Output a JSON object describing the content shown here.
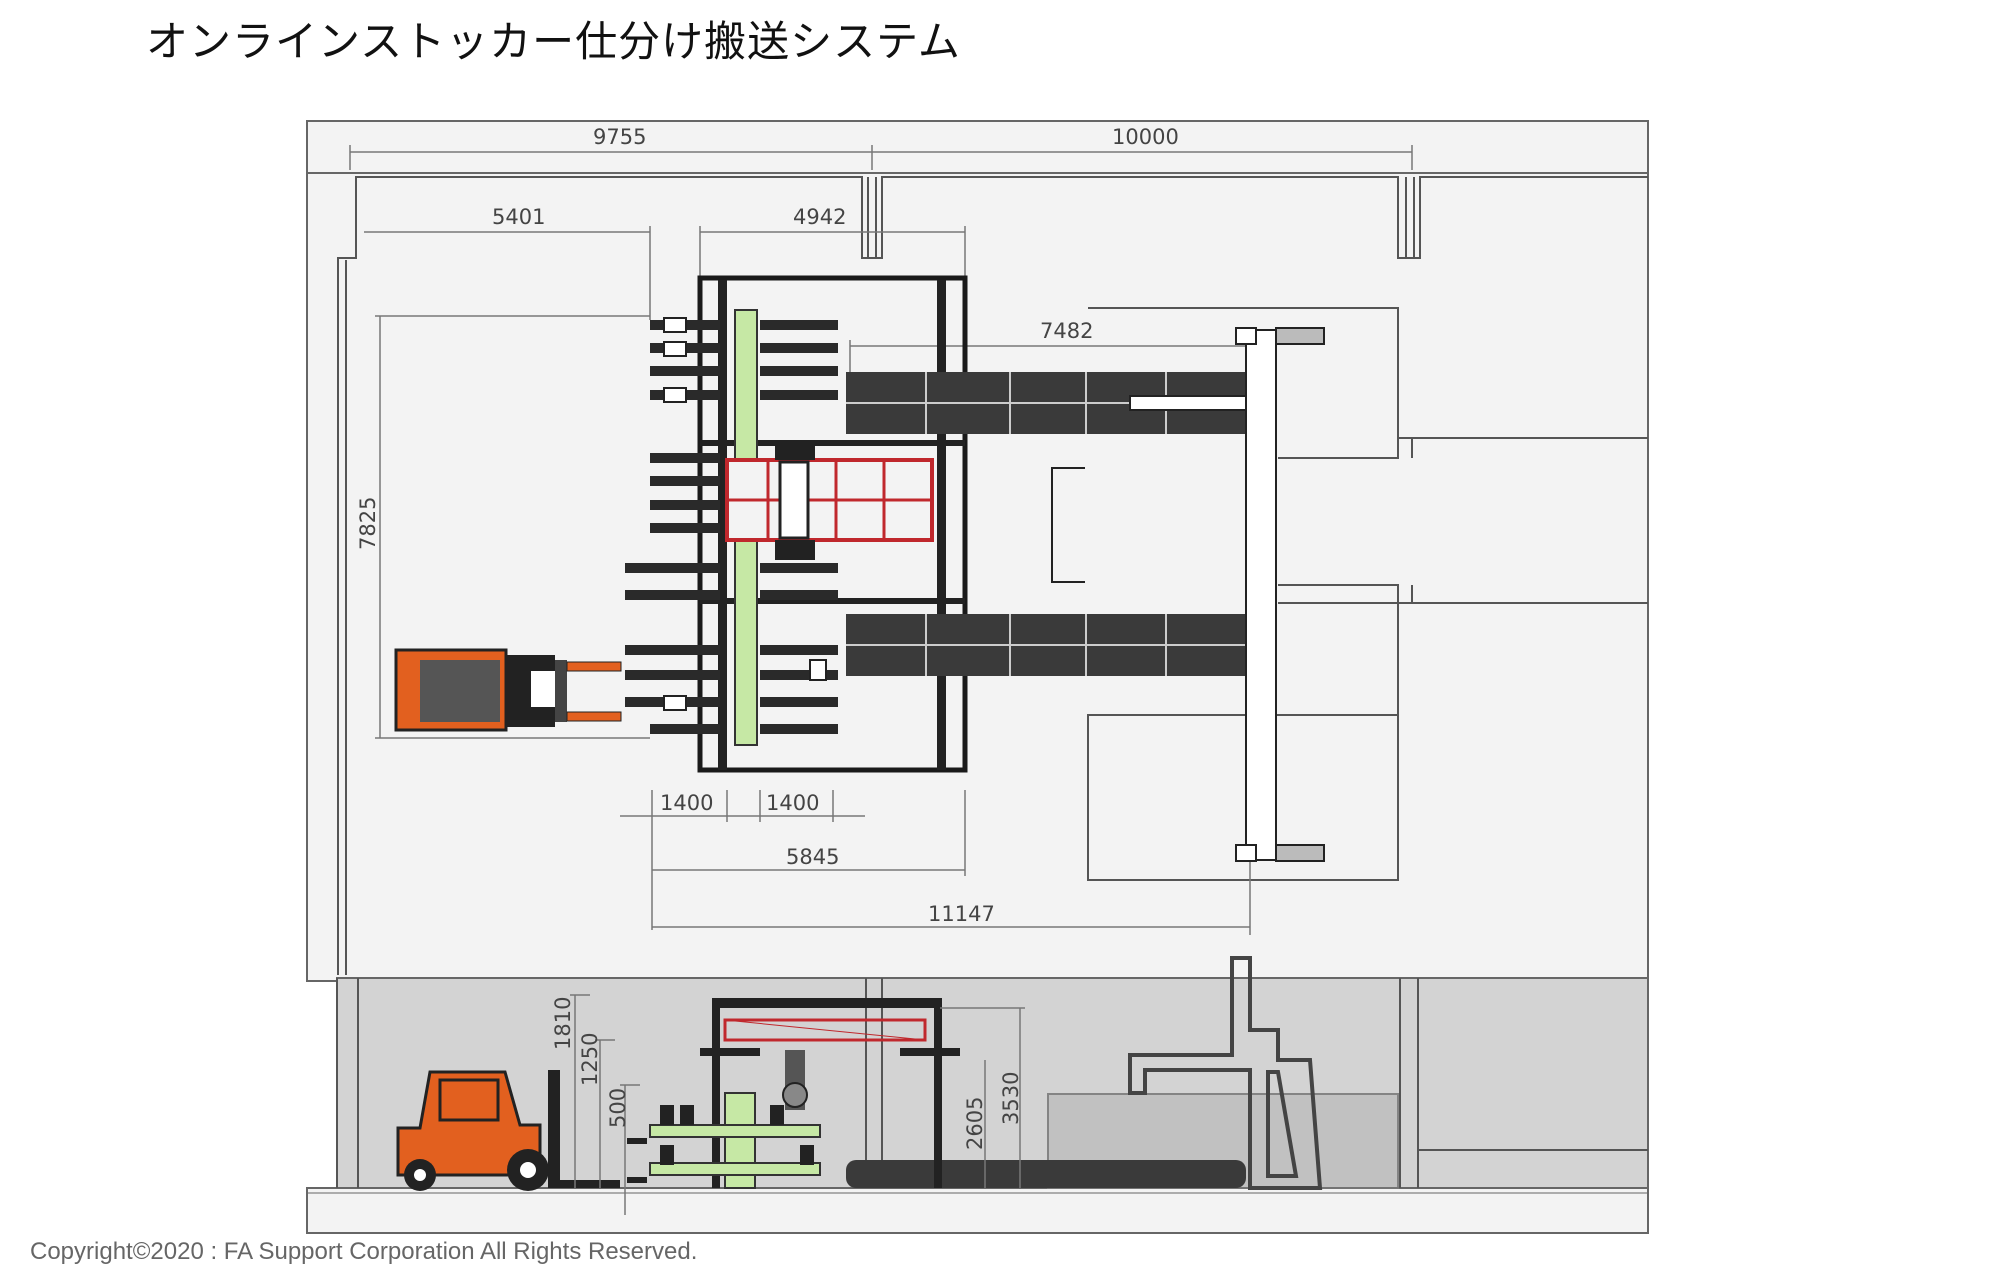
{
  "title": "オンラインストッカー仕分け搬送システム",
  "copyright": "Copyright©2020 : FA Support Corporation All Rights Reserved.",
  "dimensions": {
    "top_left": "9755",
    "top_right": "10000",
    "left_span": "5401",
    "frame_span": "4942",
    "conveyor_span": "7482",
    "height_span": "7825",
    "pitch_1": "1400",
    "pitch_2": "1400",
    "total_frame": "5845",
    "total_length": "11147",
    "elev_1810": "1810",
    "elev_1250": "1250",
    "elev_500": "500",
    "elev_2605": "2605",
    "elev_3530": "3530"
  },
  "colors": {
    "accent_green": "#c6e8a5",
    "forklift_orange": "#e2601f",
    "transfer_red": "#c0282d",
    "floor_gray": "#d3d3d3",
    "plan_bg": "#f3f3f3"
  }
}
